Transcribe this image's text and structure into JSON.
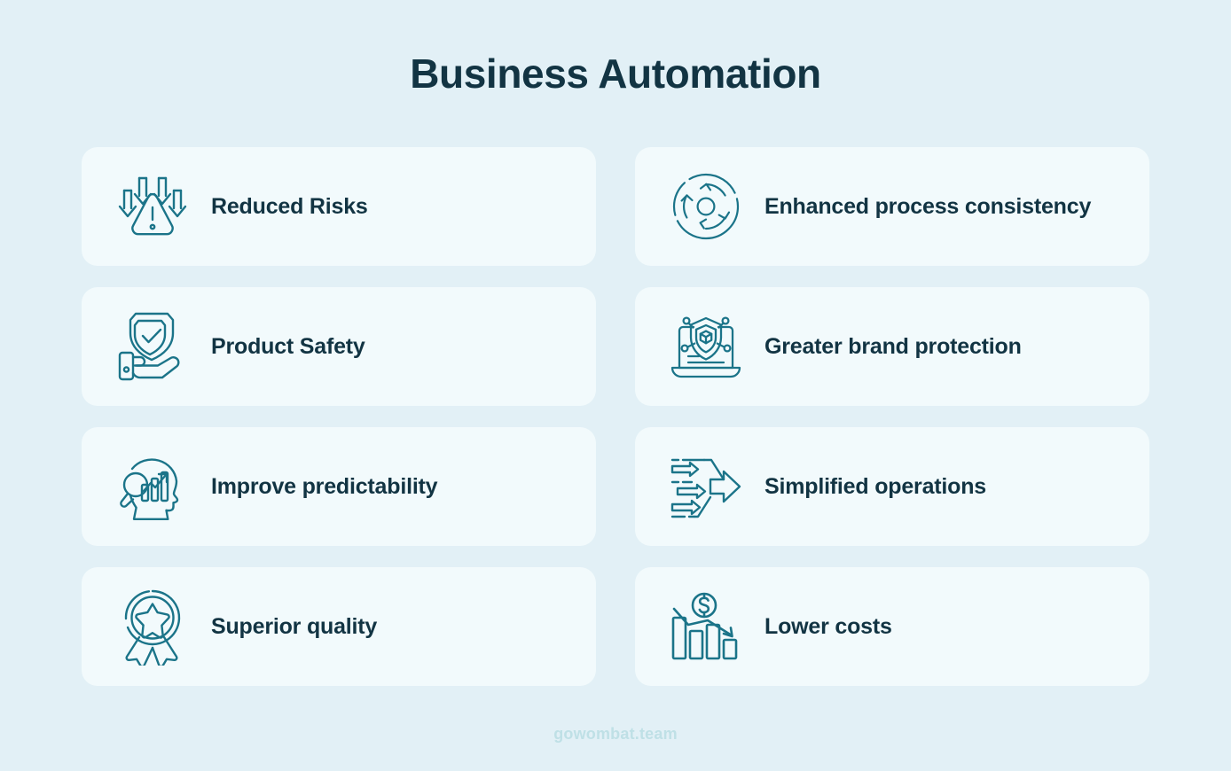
{
  "header": {
    "title": "Business Automation"
  },
  "colors": {
    "background": "#e2f0f6",
    "card_background": "#f2fafc",
    "text": "#123443",
    "icon_stroke": "#1b7489",
    "footer_text": "#bfe0e6"
  },
  "cards": [
    {
      "label": "Reduced Risks",
      "icon": "warning-triangle-arrows-down-icon"
    },
    {
      "label": "Enhanced process consistency",
      "icon": "circular-process-cycle-icon"
    },
    {
      "label": "Product Safety",
      "icon": "hand-holding-shield-check-icon"
    },
    {
      "label": "Greater brand protection",
      "icon": "laptop-shield-cube-icon"
    },
    {
      "label": "Improve predictability",
      "icon": "head-profile-bar-chart-magnifier-icon"
    },
    {
      "label": "Simplified operations",
      "icon": "converging-arrows-icon"
    },
    {
      "label": "Superior quality",
      "icon": "medal-star-ribbon-icon"
    },
    {
      "label": "Lower costs",
      "icon": "declining-bar-chart-dollar-icon"
    }
  ],
  "footer": {
    "text": "gowombat.team"
  }
}
